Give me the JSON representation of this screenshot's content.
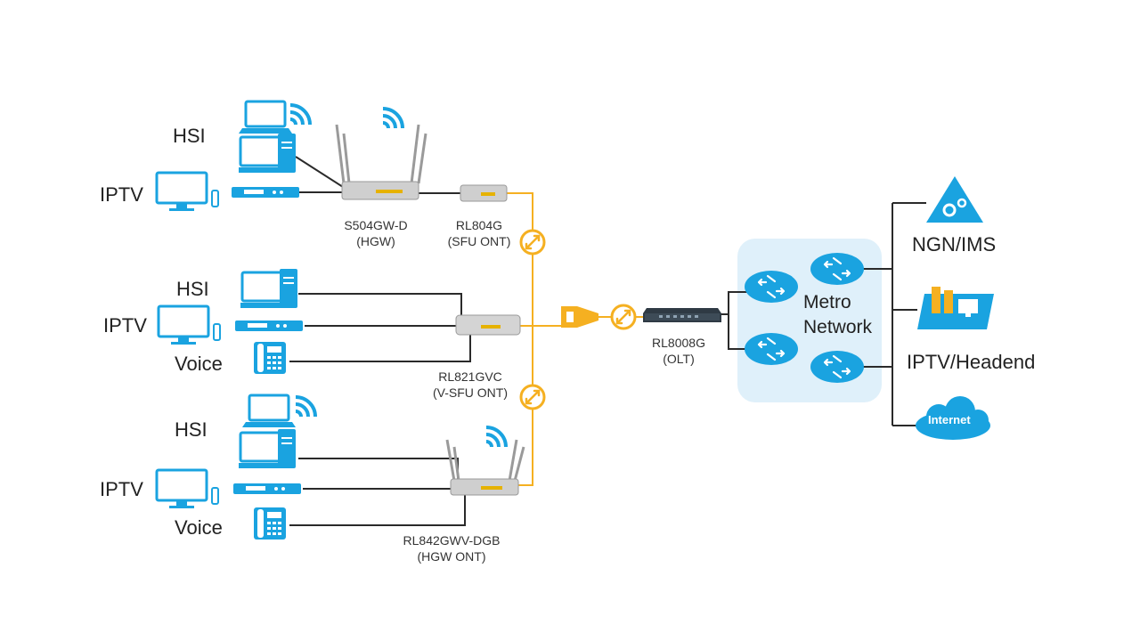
{
  "labels": {
    "group1": {
      "hsi": "HSI",
      "iptv": "IPTV"
    },
    "group2": {
      "hsi": "HSI",
      "iptv": "IPTV",
      "voice": "Voice"
    },
    "group3": {
      "hsi": "HSI",
      "iptv": "IPTV",
      "voice": "Voice"
    }
  },
  "devices": {
    "s504": {
      "model": "S504GW-D",
      "role": "(HGW)"
    },
    "rl804": {
      "model": "RL804G",
      "role": "(SFU ONT)"
    },
    "rl821": {
      "model": "RL821GVC",
      "role": "(V-SFU ONT)"
    },
    "rl842": {
      "model": "RL842GWV-DGB",
      "role": "(HGW ONT)"
    },
    "olt": {
      "model": "RL8008G",
      "role": "(OLT)"
    }
  },
  "network": {
    "metro_line1": "Metro",
    "metro_line2": "Network",
    "ngn": "NGN/IMS",
    "iptv_headend": "IPTV/Headend",
    "internet": "Internet"
  },
  "colors": {
    "icon_blue": "#1aa3e0",
    "fiber_orange": "#f5b021",
    "cable_dark": "#2a2a2a",
    "metro_bg": "#dff0fa",
    "device_grey": "#c8c8c8"
  }
}
